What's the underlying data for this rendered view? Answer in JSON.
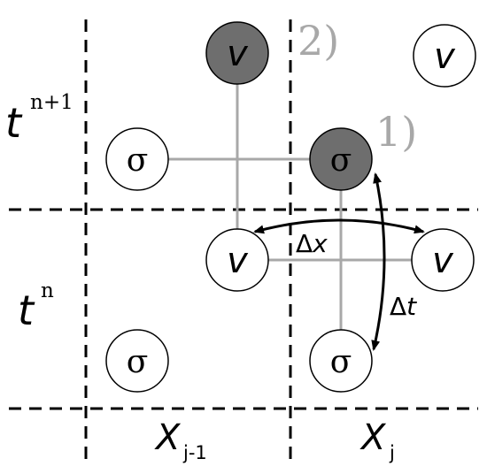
{
  "axes": {
    "time_upper": {
      "symbol": "t",
      "superscript": "n+1"
    },
    "time_lower": {
      "symbol": "t",
      "superscript": "n"
    },
    "space_left": {
      "symbol": "X",
      "subscript": "j-1"
    },
    "space_right": {
      "symbol": "X",
      "subscript": "j"
    }
  },
  "steps": {
    "step1": "1)",
    "step2": "2)"
  },
  "nodes": {
    "v_top_highlight": "v",
    "v_top_right": "v",
    "sigma_upper_left": "σ",
    "sigma_upper_highlight": "σ",
    "v_mid_left": "v",
    "v_mid_right": "v",
    "sigma_lower_left": "σ",
    "sigma_lower_right": "σ"
  },
  "increments": {
    "dx": {
      "delta": "Δ",
      "var": "x"
    },
    "dt": {
      "delta": "Δ",
      "var": "t"
    }
  },
  "colors": {
    "highlight_fill": "#6e6e6e",
    "grid_line": "#000000",
    "connector_line": "#a8a8a8",
    "step_label": "#a8a8a8"
  }
}
